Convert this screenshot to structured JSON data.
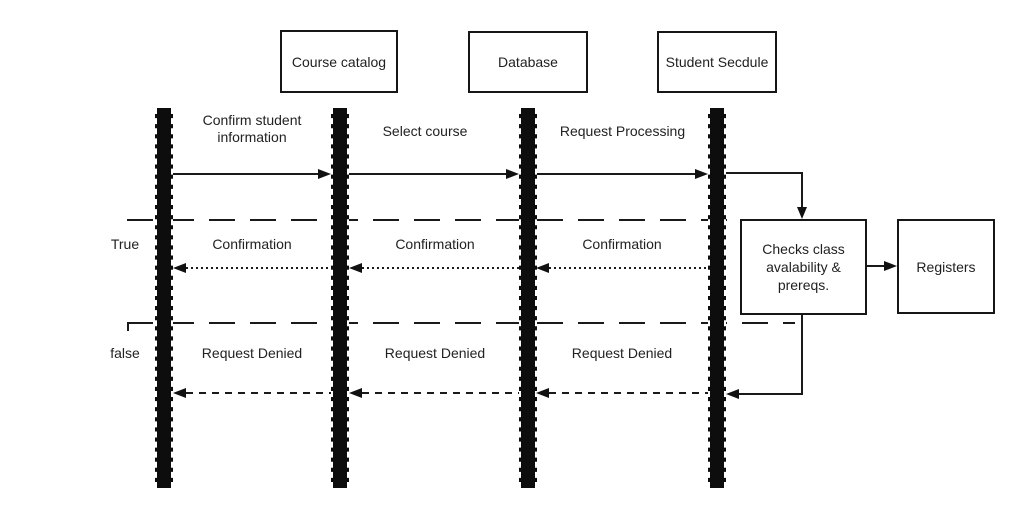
{
  "colors": {
    "line": "#1a1a1a",
    "bar": "#0d0d0d",
    "background": "#ffffff"
  },
  "actors": [
    {
      "label": "Course catalog"
    },
    {
      "label": "Database"
    },
    {
      "label": "Student Secdule"
    }
  ],
  "forward_messages": [
    {
      "label": "Confirm student\ninformation"
    },
    {
      "label": "Select course"
    },
    {
      "label": "Request Processing"
    }
  ],
  "true_branch": {
    "label": "True",
    "messages": [
      {
        "label": "Confirmation"
      },
      {
        "label": "Confirmation"
      },
      {
        "label": "Confirmation"
      }
    ]
  },
  "false_branch": {
    "label": "false",
    "messages": [
      {
        "label": "Request Denied"
      },
      {
        "label": "Request Denied"
      },
      {
        "label": "Request Denied"
      }
    ]
  },
  "process_boxes": {
    "checks": {
      "label": "Checks class\navalability &\nprereqs."
    },
    "registers": {
      "label": "Registers"
    }
  }
}
